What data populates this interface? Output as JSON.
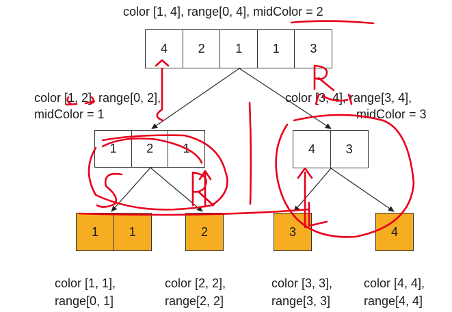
{
  "root": {
    "label": "color [1, 4], range[0, 4], midColor = 2",
    "cells": [
      "4",
      "2",
      "1",
      "1",
      "3"
    ]
  },
  "left": {
    "label_line1": "color [1, 2], range[0, 2],",
    "label_line2": "midColor = 1",
    "cells": [
      "1",
      "2",
      "1"
    ]
  },
  "right": {
    "label_line1": "color [3, 4], range[3, 4],",
    "label_line2": "midColor = 3",
    "cells": [
      "4",
      "3"
    ]
  },
  "leaves": [
    {
      "cells": [
        "1",
        "1"
      ],
      "label_line1": "color [1, 1],",
      "label_line2": "range[0, 1]"
    },
    {
      "cells": [
        "2"
      ],
      "label_line1": "color [2, 2],",
      "label_line2": "range[2, 2]"
    },
    {
      "cells": [
        "3"
      ],
      "label_line1": "color [3, 3],",
      "label_line2": "range[3, 3]"
    },
    {
      "cells": [
        "4"
      ],
      "label_line1": "color [4, 4],",
      "label_line2": "range[4, 4]"
    }
  ],
  "colors": {
    "leaf_fill": "#f6ad22",
    "ink": "#e8001c",
    "line": "#333333"
  }
}
